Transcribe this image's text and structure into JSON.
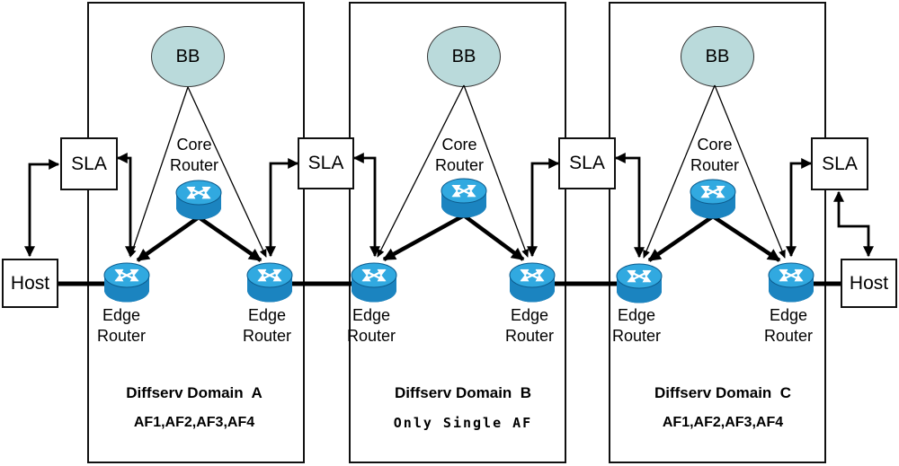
{
  "labels": {
    "bb": "BB",
    "sla": "SLA",
    "host": "Host",
    "core_router": "Core Router",
    "edge_router": "Edge Router"
  },
  "domains": [
    {
      "title": "Diffserv Domain  A",
      "subtitle": "AF1,AF2,AF3,AF4"
    },
    {
      "title": "Diffserv Domain  B",
      "subtitle": "Only Single AF"
    },
    {
      "title": "Diffserv Domain  C",
      "subtitle": "AF1,AF2,AF3,AF4"
    }
  ],
  "colors": {
    "background": "#ffffff",
    "bb_fill": "#badadb",
    "router_top": "#31a9e0",
    "router_body": "#1b84c0",
    "line": "#000000"
  }
}
